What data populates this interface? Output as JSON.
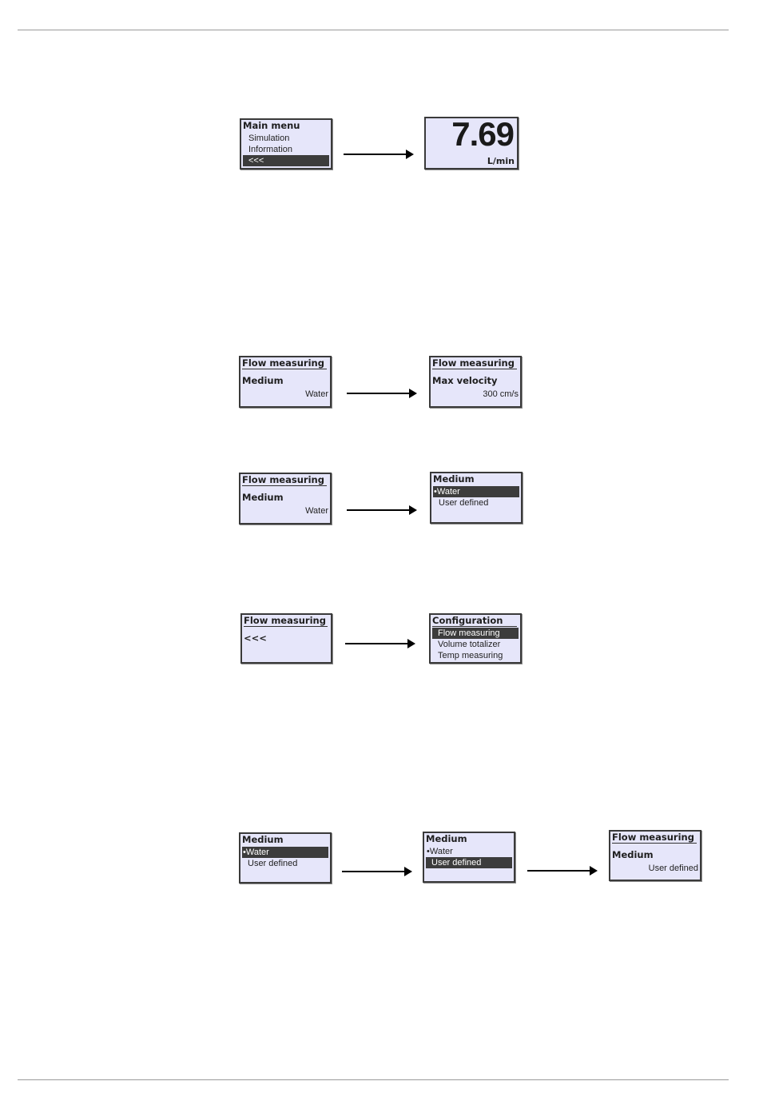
{
  "screens": {
    "main_menu": {
      "title": "Main menu",
      "items": [
        "Simulation",
        "Information",
        "<<<"
      ]
    },
    "flow_display": {
      "value": "7.69",
      "unit": "L/min"
    },
    "flow_medium_water": {
      "title": "Flow measuring",
      "param": "Medium",
      "value": "Water"
    },
    "flow_max_velocity": {
      "title": "Flow measuring",
      "param": "Max velocity",
      "value": "300 cm/s"
    },
    "medium_select_water": {
      "title": "Medium",
      "items": [
        "Water",
        "User defined"
      ]
    },
    "flow_back": {
      "title": "Flow measuring",
      "back": "<<<"
    },
    "configuration": {
      "title": "Configuration",
      "items": [
        "Flow measuring",
        "Volume totalizer",
        "Temp measuring"
      ]
    },
    "medium_select_user": {
      "title": "Medium",
      "items": [
        "Water",
        "User defined"
      ]
    },
    "flow_medium_user": {
      "title": "Flow measuring",
      "param": "Medium",
      "value": "User defined"
    }
  }
}
